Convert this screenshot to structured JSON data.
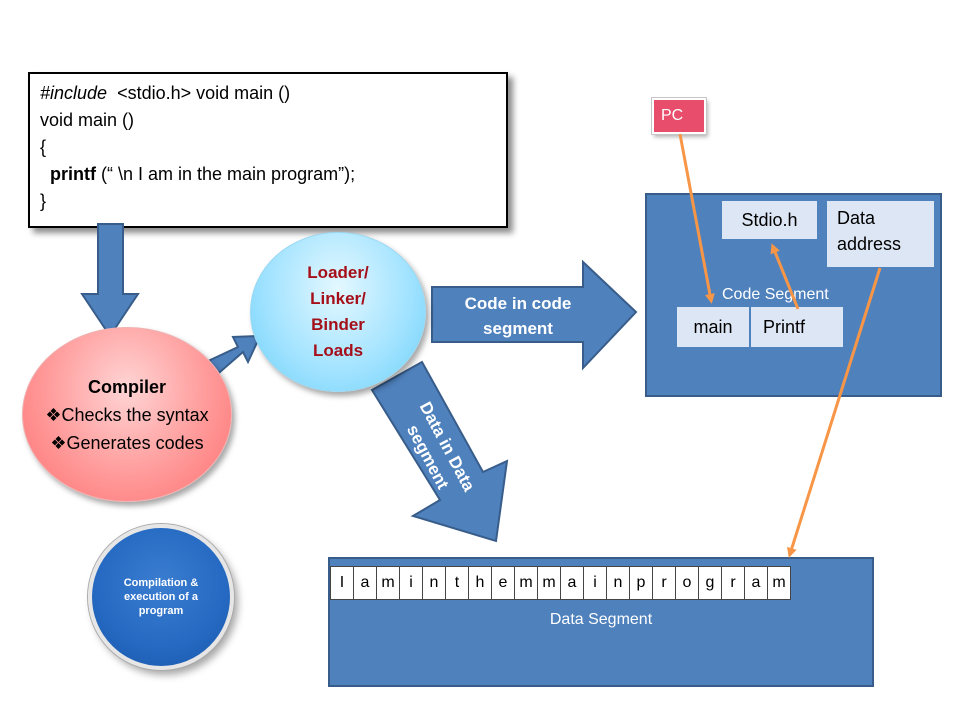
{
  "code": {
    "line1_keyword": "#include",
    "line1_rest": "  <stdio.h> void main ()",
    "line2": "void main ()",
    "line3": "{",
    "line4_fn": "  printf",
    "line4_rest": " (“ \\n I am in the main program”);",
    "line5": "}"
  },
  "compiler": {
    "title": "Compiler",
    "bullets": [
      "Checks the syntax",
      "Generates codes"
    ],
    "bullet_symbol": "❖"
  },
  "loader": {
    "lines": [
      "Loader/",
      "Linker/",
      "Binder",
      "Loads"
    ]
  },
  "arrows": {
    "code_label": [
      "Code in code",
      "segment"
    ],
    "data_label": [
      "Data in Data",
      "segment"
    ]
  },
  "code_segment": {
    "label": "Code Segment",
    "stdio": "Stdio.h",
    "data_address": [
      "Data",
      "address"
    ],
    "main": "main",
    "printf": "Printf"
  },
  "pc": {
    "label": "PC"
  },
  "data_segment": {
    "label": "Data Segment",
    "chars": [
      "I",
      "a",
      "m",
      "i",
      "n",
      "t",
      "h",
      "e",
      "m",
      "m",
      "a",
      "i",
      "n",
      "p",
      "r",
      "o",
      "g",
      "r",
      "a",
      "m"
    ]
  },
  "title_circle": {
    "text": "Compilation & execution of a program"
  },
  "colors": {
    "segment_blue": "#4f81bd",
    "arrow_orange": "#f79646",
    "pc_red": "#e84d6c",
    "loader_text": "#a50f1a"
  }
}
